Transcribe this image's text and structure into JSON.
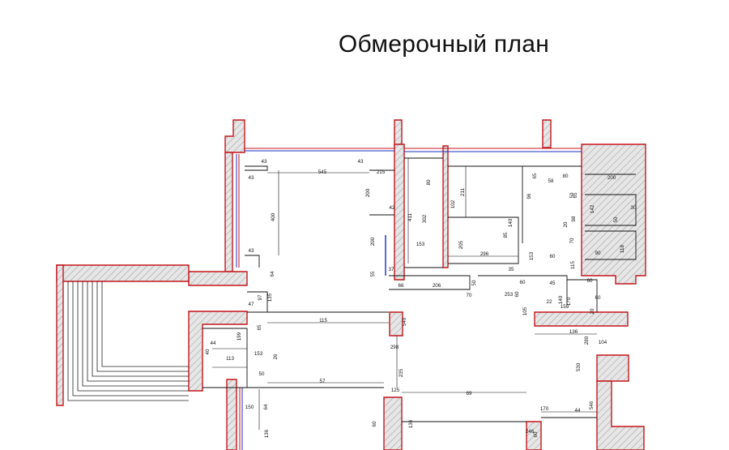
{
  "title": "Обмерочный план",
  "colors": {
    "wall_outline": "#c4161c",
    "hatch": "#9a9a9a",
    "blue_line": "#1b2cc0",
    "dimension": "#111111"
  },
  "dimensions": [
    "43",
    "545",
    "43",
    "215",
    "43",
    "200",
    "42",
    "400",
    "411",
    "302",
    "80",
    "211",
    "102",
    "200",
    "153",
    "55",
    "37",
    "205",
    "85",
    "140",
    "65",
    "58",
    "80",
    "50",
    "200",
    "96",
    "65",
    "98",
    "142",
    "30",
    "50",
    "20",
    "70",
    "118",
    "90",
    "153",
    "296",
    "60",
    "35",
    "115",
    "64",
    "43",
    "66",
    "206",
    "50",
    "70",
    "60",
    "45",
    "253",
    "60",
    "22",
    "140",
    "170",
    "60",
    "47",
    "97",
    "135",
    "105",
    "159",
    "20",
    "60",
    "65",
    "115",
    "540",
    "136",
    "298",
    "44",
    "199",
    "40",
    "153",
    "26",
    "113",
    "235",
    "280",
    "104",
    "50",
    "57",
    "530",
    "125",
    "69",
    "546",
    "150",
    "64",
    "170",
    "44",
    "246",
    "60",
    "136",
    "136",
    "60"
  ]
}
